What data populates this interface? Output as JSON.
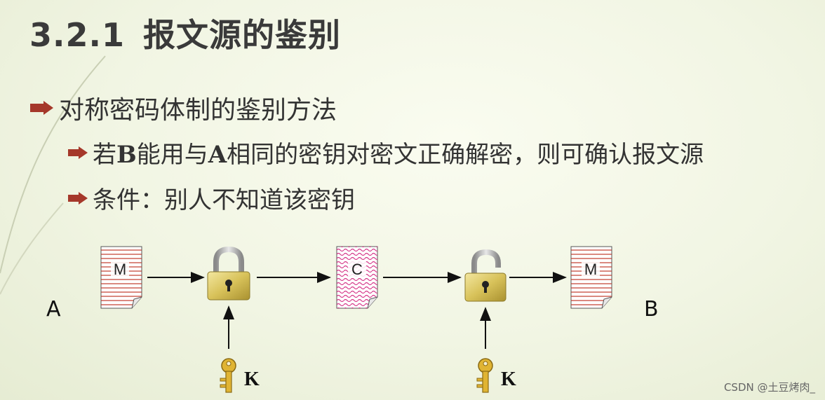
{
  "title": {
    "number": "3.2.1",
    "text": "报文源的鉴别"
  },
  "bullet1": "对称密码体制的鉴别方法",
  "bullet2": {
    "part1": "若",
    "b": "B",
    "part2": "能用与",
    "a": "A",
    "part3": "相同的密钥对密文正确解密，则可确认报文源"
  },
  "bullet3": "条件：别人不知道该密钥",
  "diagram": {
    "sender": "A",
    "receiver": "B",
    "plaintext_label": "M",
    "ciphertext_label": "C",
    "plaintext_out_label": "M",
    "key_label_1": "K",
    "key_label_2": "K"
  },
  "colors": {
    "bullet": "#a5382a",
    "plain_lines": "#c0392b",
    "cipher_wave": "#d63a8a",
    "lock_body": "#d8c25a"
  },
  "icons": [
    "arrow-bullet-icon",
    "document-icon",
    "padlock-locked-icon",
    "padlock-open-icon",
    "key-icon"
  ],
  "watermark": "CSDN @土豆烤肉_"
}
